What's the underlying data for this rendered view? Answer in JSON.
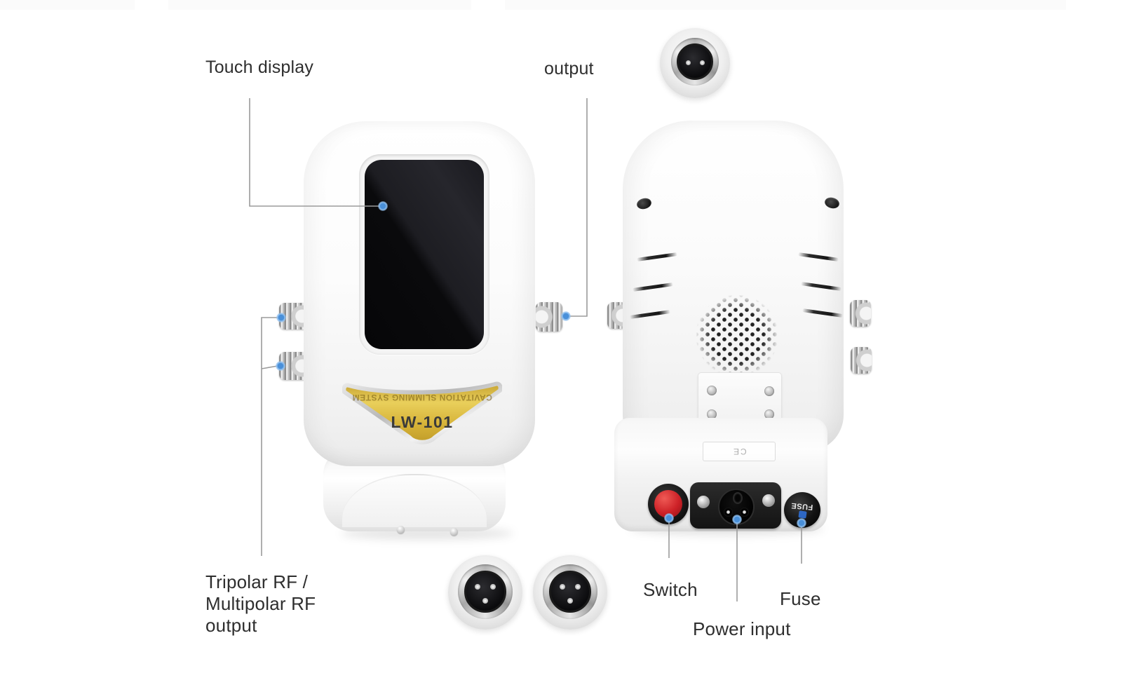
{
  "labels": {
    "touch_display": "Touch display",
    "output": "output",
    "tripolar_rf": [
      "Tripolar RF /",
      "Multipolar RF",
      "output"
    ],
    "switch": "Switch",
    "fuse": "Fuse",
    "power_input": "Power input"
  },
  "badge": {
    "model": "LW-101",
    "top_text": "CAVITATION SLIMMING SYSTEM"
  },
  "rear_panel": {
    "fuse_cap_text": "FUSE",
    "base_label_text": "CE"
  },
  "colors": {
    "anchor_dot": "#4a90d9",
    "leader_line": "#9b9b9b",
    "label_text": "#2e2e2e",
    "badge_gold_light": "#e9cf5b",
    "badge_gold_dark": "#c19d2a",
    "switch_red": "#cd2127",
    "screen_black": "#0a0a0c"
  }
}
